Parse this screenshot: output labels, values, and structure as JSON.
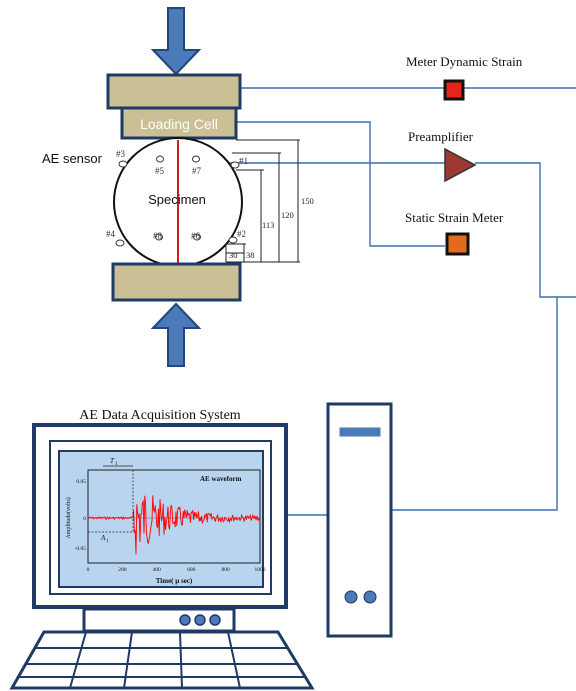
{
  "labels": {
    "loading_cell": "Loading Cell",
    "ae_sensor": "AE sensor",
    "specimen": "Specimen",
    "meter_dynamic_strain": "Meter Dynamic Strain",
    "preamplifier": "Preamplifier",
    "static_strain_meter": "Static Strain Meter",
    "ae_das": "AE Data Acquisition System"
  },
  "sensors": {
    "s1": "#1",
    "s2": "#2",
    "s3": "#3",
    "s4": "#4",
    "s5": "#5",
    "s6": "#6",
    "s7": "#7",
    "s8": "#8"
  },
  "dimensions": {
    "d150": "150",
    "d120": "120",
    "d113": "113",
    "d38": "38",
    "d30": "30"
  },
  "waveform": {
    "title": "AE waveform",
    "xlabel": "Time( μ sec)",
    "ylabel": "Amplitude(volts)",
    "yticks": [
      "0.05",
      "0",
      "-0.05"
    ],
    "xticks": [
      "0",
      "200",
      "400",
      "600",
      "800",
      "1000"
    ],
    "t_label": "T",
    "a_label": "A",
    "sub_label": "1"
  },
  "colors": {
    "arrow_blue": "#4a7ab8",
    "loading_block": "#cbbf96",
    "frame_navy": "#203a66",
    "signal_line": "#3a6fb0",
    "meter_red": "#e8231a",
    "preamp_brown": "#9b3a30",
    "static_orange": "#e26a1c",
    "monitor_screen": "#b8d4ee",
    "waveform_red": "#ff0000"
  }
}
